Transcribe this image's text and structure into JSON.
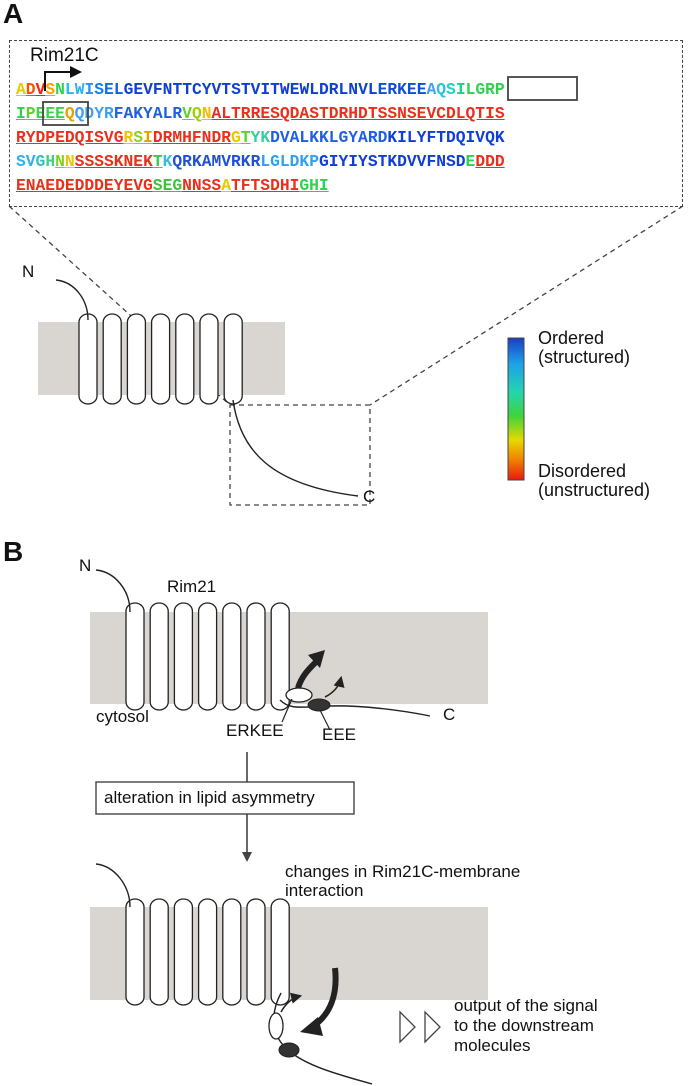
{
  "panelA": {
    "letter": "A",
    "construct_label": "Rim21C",
    "n_label": "N",
    "c_label": "C",
    "sequence_lines": [
      [
        [
          "A",
          "#e8c800",
          1
        ],
        [
          "D",
          "#ff5000",
          1
        ],
        [
          "V",
          "#ff2000",
          1
        ],
        [
          "S",
          "#ffa000",
          1
        ],
        [
          "N",
          "#30d050",
          0
        ],
        [
          "L",
          "#20c0e0",
          0
        ],
        [
          "W",
          "#30b0f0",
          0
        ],
        [
          "I",
          "#3090f0",
          0
        ],
        [
          "S",
          "#1080e8",
          0
        ],
        [
          "E",
          "#1070e0",
          0
        ],
        [
          "L",
          "#1060e0",
          0
        ],
        [
          "GEVFNTTCYVTSTVITWEWLDRLNVL",
          "#1040d0",
          0
        ],
        [
          "ERKEE",
          "#1050d0",
          0
        ],
        [
          "A",
          "#40a0f0",
          0
        ],
        [
          "Q",
          "#30c0e0",
          0
        ],
        [
          "S",
          "#20d0c0",
          0
        ],
        [
          "I",
          "#20d080",
          0
        ],
        [
          "LGRP",
          "#30d050",
          0
        ]
      ],
      [
        [
          "I",
          "#30d050",
          1
        ],
        [
          "P",
          "#60d030",
          1
        ],
        [
          "EEE",
          "#40d050",
          1
        ],
        [
          "Q",
          "#e8a000",
          0
        ],
        [
          "QDYR",
          "#40a0f0",
          0
        ],
        [
          "FAKYALR",
          "#2060e0",
          0
        ],
        [
          "V",
          "#60d030",
          1
        ],
        [
          "Q",
          "#a0d000",
          1
        ],
        [
          "N",
          "#f0c000",
          1
        ],
        [
          "ALTRRESQDASTDRHDTSSNSEVCDLQTIS",
          "#e83020",
          1
        ]
      ],
      [
        [
          "RYDPEDQISVG",
          "#e83020",
          1
        ],
        [
          "R",
          "#e8c800",
          1
        ],
        [
          "S",
          "#90d020",
          1
        ],
        [
          "I",
          "#e8a000",
          1
        ],
        [
          "DRMHFNDR",
          "#e83020",
          1
        ],
        [
          "G",
          "#e8c800",
          1
        ],
        [
          "T",
          "#60d030",
          1
        ],
        [
          "YK",
          "#30d0a0",
          0
        ],
        [
          "DVALKKLGYARD",
          "#2060e0",
          0
        ],
        [
          "KILYFTDQIVQK",
          "#1040d0",
          0
        ]
      ],
      [
        [
          "SV",
          "#30b0f0",
          0
        ],
        [
          "G",
          "#30c0c0",
          0
        ],
        [
          "H",
          "#40d080",
          0
        ],
        [
          "N",
          "#80d020",
          1
        ],
        [
          "N",
          "#e8c800",
          1
        ],
        [
          "SSSSKNEK",
          "#e83020",
          1
        ],
        [
          "T",
          "#30d050",
          1
        ],
        [
          "K",
          "#30c0e0",
          0
        ],
        [
          "QRKAMVRKR",
          "#2050d8",
          0
        ],
        [
          "LGLDKP",
          "#30a0f0",
          0
        ],
        [
          "GIYIYSTKDVVFNSD",
          "#1040d0",
          0
        ],
        [
          "E",
          "#30d050",
          0
        ],
        [
          "DDD",
          "#e83020",
          1
        ]
      ],
      [
        [
          "ENAEDEDDDEYEVG",
          "#e83020",
          1
        ],
        [
          "SEG",
          "#40c040",
          1
        ],
        [
          "NNSS",
          "#e83020",
          1
        ],
        [
          "A",
          "#e8c800",
          1
        ],
        [
          "TFTSDHI",
          "#e83020",
          1
        ],
        [
          "GHI",
          "#30d050",
          1
        ]
      ]
    ],
    "legend": {
      "top_label_1": "Ordered",
      "top_label_2": "(structured)",
      "bottom_label_1": "Disordered",
      "bottom_label_2": "(unstructured)",
      "colors": [
        "#1a3fc4",
        "#1fa0e8",
        "#23d4b0",
        "#3fd43a",
        "#e8d800",
        "#f08000",
        "#e81a10"
      ]
    }
  },
  "panelB": {
    "letter": "B",
    "n_label": "N",
    "protein_label": "Rim21",
    "cytosol_label": "cytosol",
    "c_label": "C",
    "motif1_label": "ERKEE",
    "motif2_label": "EEE",
    "step_box_label": "alteration in lipid asymmetry",
    "change_label_1": "changes in Rim21C-membrane",
    "change_label_2": "interaction",
    "output_label_1": "output of the signal",
    "output_label_2": "to the downstream",
    "output_label_3": "molecules"
  },
  "colors": {
    "membrane": "#d9d6d2",
    "dark_motif": "#333333",
    "line": "#222222"
  }
}
